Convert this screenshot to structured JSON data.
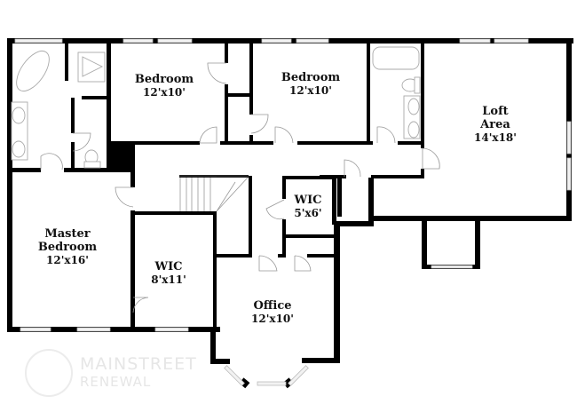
{
  "floor_plan": {
    "rooms": [
      {
        "id": "bedroom-1",
        "name": "Bedroom",
        "dimensions": "12'x10'"
      },
      {
        "id": "bedroom-2",
        "name": "Bedroom",
        "dimensions": "12'x10'"
      },
      {
        "id": "loft",
        "name": "Loft\nArea",
        "name_line1": "Loft",
        "name_line2": "Area",
        "dimensions": "14'x18'"
      },
      {
        "id": "master-bedroom",
        "name_line1": "Master",
        "name_line2": "Bedroom",
        "dimensions": "12'x16'"
      },
      {
        "id": "wic-large",
        "name": "WIC",
        "dimensions": "8'x11'"
      },
      {
        "id": "wic-small",
        "name": "WIC",
        "dimensions": "5'x6'"
      },
      {
        "id": "office",
        "name": "Office",
        "dimensions": "12'x10'"
      }
    ]
  },
  "watermark": {
    "brand_line1": "MAINSTREET",
    "brand_line2": "RENEWAL"
  }
}
